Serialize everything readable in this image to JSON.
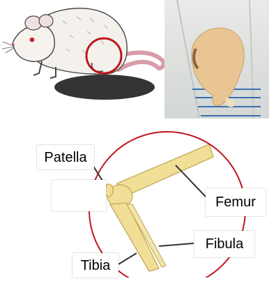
{
  "figure": {
    "labels": {
      "patella": "Patella",
      "blank": "",
      "femur": "Femur",
      "fibula": "Fibula",
      "tibia": "Tibia"
    },
    "colors": {
      "highlight_circle": "#c0151e",
      "bone_fill": "#f1df97",
      "bone_outline": "#c3a956",
      "mouse_body": "#f4f1ec",
      "mouse_tail": "#d79ba9",
      "mouse_eye": "#d0242a"
    }
  }
}
